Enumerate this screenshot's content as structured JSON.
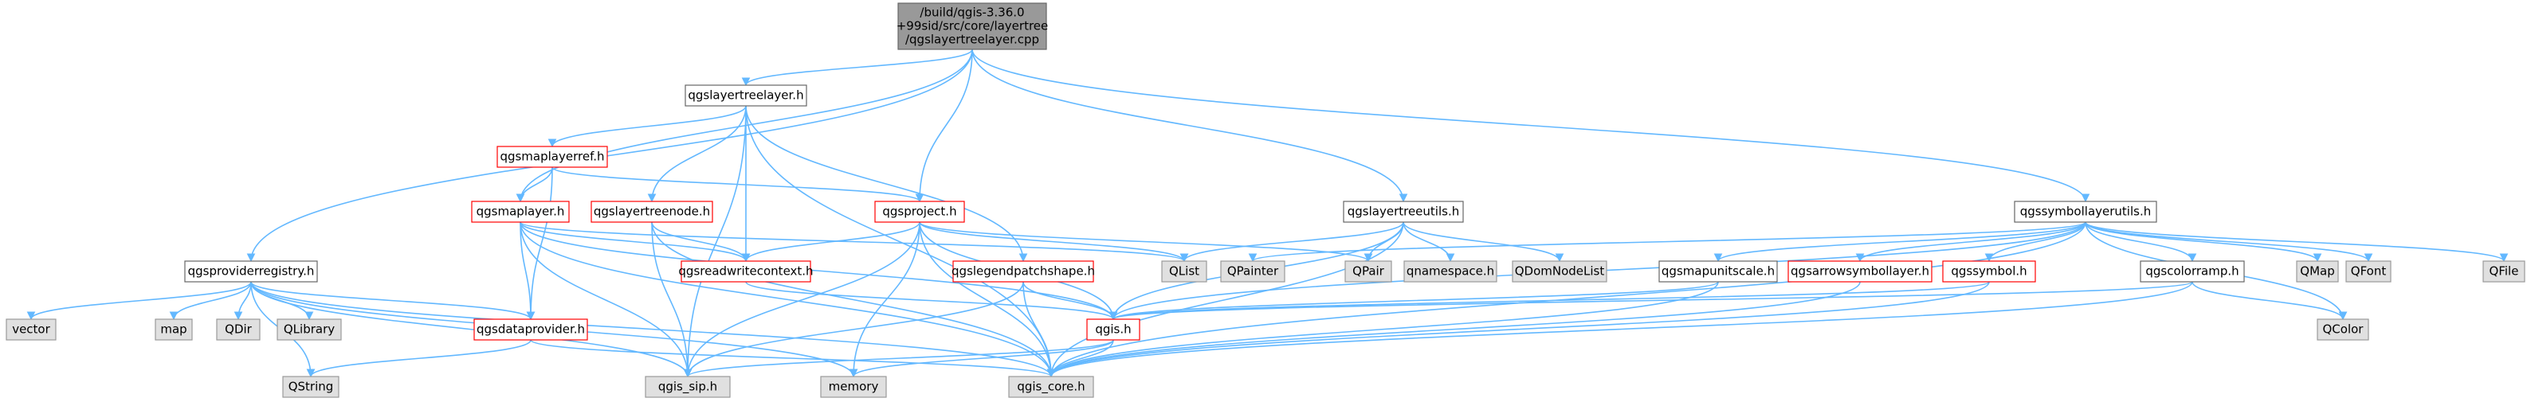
{
  "diagram": {
    "type": "include-dependency-graph",
    "colors": {
      "background": "#ffffff",
      "edge": "#63b8ff",
      "root_fill": "#999999",
      "root_stroke": "#666666",
      "header_fill": "#ffffff",
      "header_stroke": "#666666",
      "red_stroke": "#ff0000",
      "system_fill": "#e0e0e0",
      "system_stroke": "#999999"
    },
    "nodes": [
      {
        "id": "root",
        "lines": [
          "/build/qgis-3.36.0",
          "+99sid/src/core/layertree",
          "/qgslayertreelayer.cpp"
        ],
        "style": "root"
      },
      {
        "id": "qgslayertreelayer_h",
        "lines": [
          "qgslayertreelayer.h"
        ],
        "style": "header"
      },
      {
        "id": "qgsproviderregistry_h",
        "lines": [
          "qgsproviderregistry.h"
        ],
        "style": "header"
      },
      {
        "id": "qgsmaplayerref_h",
        "lines": [
          "qgsmaplayerref.h"
        ],
        "style": "red"
      },
      {
        "id": "qgsmaplayer_h",
        "lines": [
          "qgsmaplayer.h"
        ],
        "style": "red"
      },
      {
        "id": "qgslayertreenode_h",
        "lines": [
          "qgslayertreenode.h"
        ],
        "style": "red"
      },
      {
        "id": "qgsproject_h",
        "lines": [
          "qgsproject.h"
        ],
        "style": "red"
      },
      {
        "id": "qgsreadwritecontext_h",
        "lines": [
          "qgsreadwritecontext.h"
        ],
        "style": "red"
      },
      {
        "id": "qgslegendpatchshape_h",
        "lines": [
          "qgslegendpatchshape.h"
        ],
        "style": "red"
      },
      {
        "id": "qgsdataprovider_h",
        "lines": [
          "qgsdataprovider.h"
        ],
        "style": "red"
      },
      {
        "id": "qgis_h",
        "lines": [
          "qgis.h"
        ],
        "style": "red"
      },
      {
        "id": "qgis_sip_h",
        "lines": [
          "qgis_sip.h"
        ],
        "style": "system"
      },
      {
        "id": "qgis_core_h",
        "lines": [
          "qgis_core.h"
        ],
        "style": "system"
      },
      {
        "id": "memory",
        "lines": [
          "memory"
        ],
        "style": "system"
      },
      {
        "id": "QString",
        "lines": [
          "QString"
        ],
        "style": "system"
      },
      {
        "id": "vector",
        "lines": [
          "vector"
        ],
        "style": "system"
      },
      {
        "id": "map",
        "lines": [
          "map"
        ],
        "style": "system"
      },
      {
        "id": "QDir",
        "lines": [
          "QDir"
        ],
        "style": "system"
      },
      {
        "id": "QLibrary",
        "lines": [
          "QLibrary"
        ],
        "style": "system"
      },
      {
        "id": "QList",
        "lines": [
          "QList"
        ],
        "style": "system"
      },
      {
        "id": "QPainter",
        "lines": [
          "QPainter"
        ],
        "style": "system"
      },
      {
        "id": "QPair",
        "lines": [
          "QPair"
        ],
        "style": "system"
      },
      {
        "id": "qnamespace_h",
        "lines": [
          "qnamespace.h"
        ],
        "style": "system"
      },
      {
        "id": "QDomNodeList",
        "lines": [
          "QDomNodeList"
        ],
        "style": "system"
      },
      {
        "id": "qgslayertreeutils_h",
        "lines": [
          "qgslayertreeutils.h"
        ],
        "style": "header"
      },
      {
        "id": "qgssymbollayerutils_h",
        "lines": [
          "qgssymbollayerutils.h"
        ],
        "style": "header"
      },
      {
        "id": "qgsmapunitscale_h",
        "lines": [
          "qgsmapunitscale.h"
        ],
        "style": "header"
      },
      {
        "id": "qgsarrowsymbollayer_h",
        "lines": [
          "qgsarrowsymbollayer.h"
        ],
        "style": "red"
      },
      {
        "id": "qgssymbol_h",
        "lines": [
          "qgssymbol.h"
        ],
        "style": "red"
      },
      {
        "id": "qgscolorramp_h",
        "lines": [
          "qgscolorramp.h"
        ],
        "style": "header"
      },
      {
        "id": "QMap",
        "lines": [
          "QMap"
        ],
        "style": "system"
      },
      {
        "id": "QFont",
        "lines": [
          "QFont"
        ],
        "style": "system"
      },
      {
        "id": "QFile",
        "lines": [
          "QFile"
        ],
        "style": "system"
      },
      {
        "id": "QColor",
        "lines": [
          "QColor"
        ],
        "style": "system"
      }
    ],
    "edges": [
      [
        "root",
        "qgslayertreelayer_h"
      ],
      [
        "root",
        "qgsproviderregistry_h"
      ],
      [
        "root",
        "qgsmaplayer_h"
      ],
      [
        "root",
        "qgsproject_h"
      ],
      [
        "root",
        "qgslayertreeutils_h"
      ],
      [
        "root",
        "qgssymbollayerutils_h"
      ],
      [
        "qgslayertreelayer_h",
        "qgsmaplayerref_h"
      ],
      [
        "qgslayertreelayer_h",
        "qgslayertreenode_h"
      ],
      [
        "qgslayertreelayer_h",
        "qgsreadwritecontext_h"
      ],
      [
        "qgslayertreelayer_h",
        "qgslegendpatchshape_h"
      ],
      [
        "qgslayertreelayer_h",
        "qgis_sip_h"
      ],
      [
        "qgslayertreelayer_h",
        "qgis_core_h"
      ],
      [
        "qgsmaplayerref_h",
        "qgsmaplayer_h"
      ],
      [
        "qgsmaplayerref_h",
        "qgsproject_h"
      ],
      [
        "qgsmaplayerref_h",
        "qgsdataprovider_h"
      ],
      [
        "qgsmaplayer_h",
        "qgsdataprovider_h"
      ],
      [
        "qgsmaplayer_h",
        "qgsreadwritecontext_h"
      ],
      [
        "qgsmaplayer_h",
        "qgis_sip_h"
      ],
      [
        "qgsmaplayer_h",
        "qgis_core_h"
      ],
      [
        "qgsmaplayer_h",
        "qgis_h"
      ],
      [
        "qgsmaplayer_h",
        "QList"
      ],
      [
        "qgslayertreenode_h",
        "qgsreadwritecontext_h"
      ],
      [
        "qgslayertreenode_h",
        "qgis_sip_h"
      ],
      [
        "qgslayertreenode_h",
        "qgis_core_h"
      ],
      [
        "qgsproject_h",
        "qgsreadwritecontext_h"
      ],
      [
        "qgsproject_h",
        "qgis_h"
      ],
      [
        "qgsproject_h",
        "qgis_sip_h"
      ],
      [
        "qgsproject_h",
        "qgis_core_h"
      ],
      [
        "qgsproject_h",
        "memory"
      ],
      [
        "qgsproject_h",
        "QList"
      ],
      [
        "qgsproject_h",
        "QPair"
      ],
      [
        "qgsreadwritecontext_h",
        "qgis_h"
      ],
      [
        "qgslegendpatchshape_h",
        "qgis_sip_h"
      ],
      [
        "qgslegendpatchshape_h",
        "qgis_core_h"
      ],
      [
        "qgslegendpatchshape_h",
        "qgis_h"
      ],
      [
        "qgsproviderregistry_h",
        "vector"
      ],
      [
        "qgsproviderregistry_h",
        "map"
      ],
      [
        "qgsproviderregistry_h",
        "QDir"
      ],
      [
        "qgsproviderregistry_h",
        "QLibrary"
      ],
      [
        "qgsproviderregistry_h",
        "QString"
      ],
      [
        "qgsproviderregistry_h",
        "qgsdataprovider_h"
      ],
      [
        "qgsproviderregistry_h",
        "qgis_sip_h"
      ],
      [
        "qgsproviderregistry_h",
        "qgis_core_h"
      ],
      [
        "qgsproviderregistry_h",
        "memory"
      ],
      [
        "qgsdataprovider_h",
        "QString"
      ],
      [
        "qgsdataprovider_h",
        "qgis_core_h"
      ],
      [
        "qgis_h",
        "qgis_sip_h"
      ],
      [
        "qgis_h",
        "qgis_core_h"
      ],
      [
        "qgis_h",
        "memory"
      ],
      [
        "qgslayertreeutils_h",
        "QList"
      ],
      [
        "qgslayertreeutils_h",
        "QPair"
      ],
      [
        "qgslayertreeutils_h",
        "qnamespace_h"
      ],
      [
        "qgslayertreeutils_h",
        "QDomNodeList"
      ],
      [
        "qgslayertreeutils_h",
        "qgis_h"
      ],
      [
        "qgslayertreeutils_h",
        "qgis_core_h"
      ],
      [
        "qgssymbollayerutils_h",
        "qgis_h"
      ],
      [
        "qgssymbollayerutils_h",
        "qgis_core_h"
      ],
      [
        "qgssymbollayerutils_h",
        "QPainter"
      ],
      [
        "qgssymbollayerutils_h",
        "qgsmapunitscale_h"
      ],
      [
        "qgssymbollayerutils_h",
        "qgsarrowsymbollayer_h"
      ],
      [
        "qgssymbollayerutils_h",
        "qgssymbol_h"
      ],
      [
        "qgssymbollayerutils_h",
        "qgscolorramp_h"
      ],
      [
        "qgssymbollayerutils_h",
        "QMap"
      ],
      [
        "qgssymbollayerutils_h",
        "QFont"
      ],
      [
        "qgssymbollayerutils_h",
        "QFile"
      ],
      [
        "qgssymbollayerutils_h",
        "QColor"
      ],
      [
        "qgsmapunitscale_h",
        "qgis_h"
      ],
      [
        "qgsmapunitscale_h",
        "qgis_core_h"
      ],
      [
        "qgsarrowsymbollayer_h",
        "qgis_core_h"
      ],
      [
        "qgssymbol_h",
        "qgis_h"
      ],
      [
        "qgssymbol_h",
        "qgis_core_h"
      ],
      [
        "qgscolorramp_h",
        "qgis_h"
      ],
      [
        "qgscolorramp_h",
        "qgis_core_h"
      ],
      [
        "qgscolorramp_h",
        "QColor"
      ]
    ]
  }
}
